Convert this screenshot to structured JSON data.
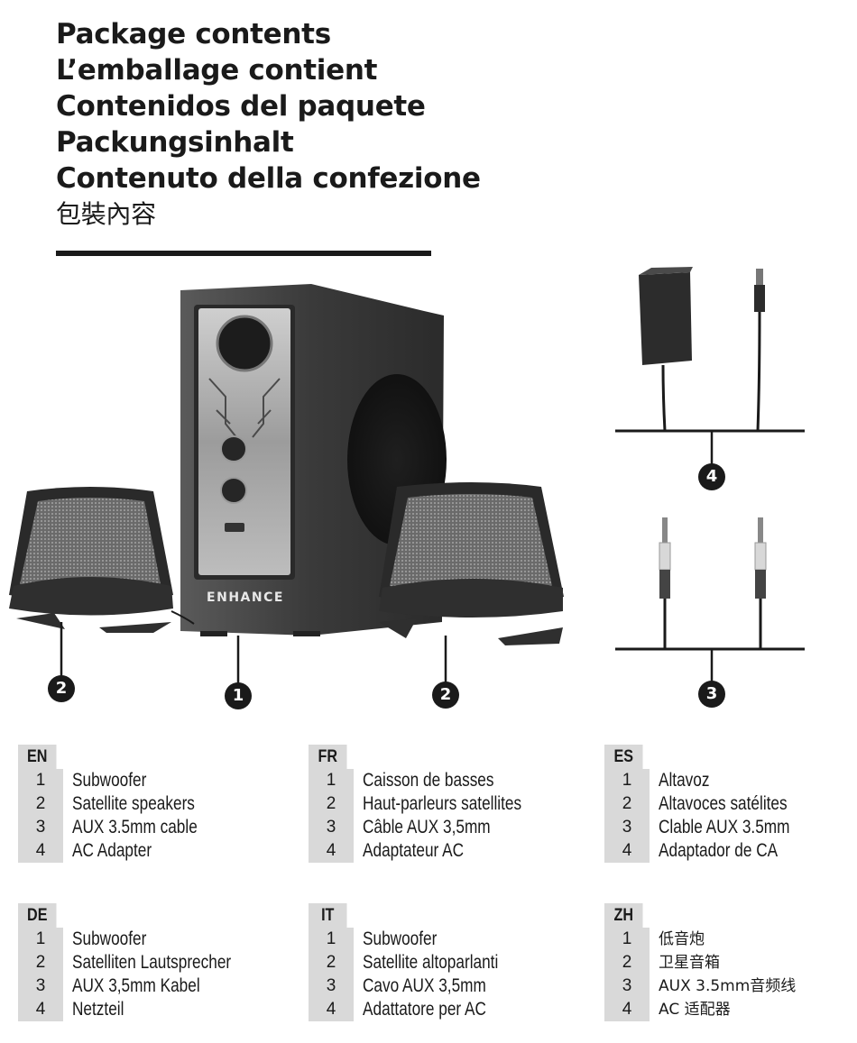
{
  "titles": [
    "Package contents",
    "L’emballage contient",
    "Contenidos del paquete",
    "Packungsinhalt",
    "Contenuto della confezione",
    "包裝內容"
  ],
  "figure": {
    "brand_logo": "ENHANCE",
    "callouts": {
      "subwoofer": "1",
      "left_speaker": "2",
      "right_speaker": "2",
      "aux_cable": "3",
      "ac_adapter": "4"
    }
  },
  "languages": [
    {
      "code": "EN",
      "items": [
        {
          "num": "1",
          "label": "Subwoofer"
        },
        {
          "num": "2",
          "label": "Satellite speakers"
        },
        {
          "num": "3",
          "label": "AUX 3.5mm cable"
        },
        {
          "num": "4",
          "label": "AC Adapter"
        }
      ]
    },
    {
      "code": "FR",
      "items": [
        {
          "num": "1",
          "label": "Caisson de basses"
        },
        {
          "num": "2",
          "label": "Haut-parleurs satellites"
        },
        {
          "num": "3",
          "label": "Câble AUX 3,5mm"
        },
        {
          "num": "4",
          "label": "Adaptateur AC"
        }
      ]
    },
    {
      "code": "ES",
      "items": [
        {
          "num": "1",
          "label": "Altavoz"
        },
        {
          "num": "2",
          "label": "Altavoces satélites"
        },
        {
          "num": "3",
          "label": "Clable AUX 3.5mm"
        },
        {
          "num": "4",
          "label": "Adaptador de CA"
        }
      ]
    },
    {
      "code": "DE",
      "items": [
        {
          "num": "1",
          "label": "Subwoofer"
        },
        {
          "num": "2",
          "label": "Satelliten Lautsprecher"
        },
        {
          "num": "3",
          "label": "AUX 3,5mm Kabel"
        },
        {
          "num": "4",
          "label": "Netzteil"
        }
      ]
    },
    {
      "code": "IT",
      "items": [
        {
          "num": "1",
          "label": "Subwoofer"
        },
        {
          "num": "2",
          "label": "Satellite altoparlanti"
        },
        {
          "num": "3",
          "label": "Cavo AUX 3,5mm"
        },
        {
          "num": "4",
          "label": "Adattatore per AC"
        }
      ]
    },
    {
      "code": "ZH",
      "items": [
        {
          "num": "1",
          "label": "低音炮"
        },
        {
          "num": "2",
          "label": "卫星音箱"
        },
        {
          "num": "3",
          "label": "AUX 3.5mm音频线"
        },
        {
          "num": "4",
          "label": "AC 适配器"
        }
      ]
    }
  ]
}
